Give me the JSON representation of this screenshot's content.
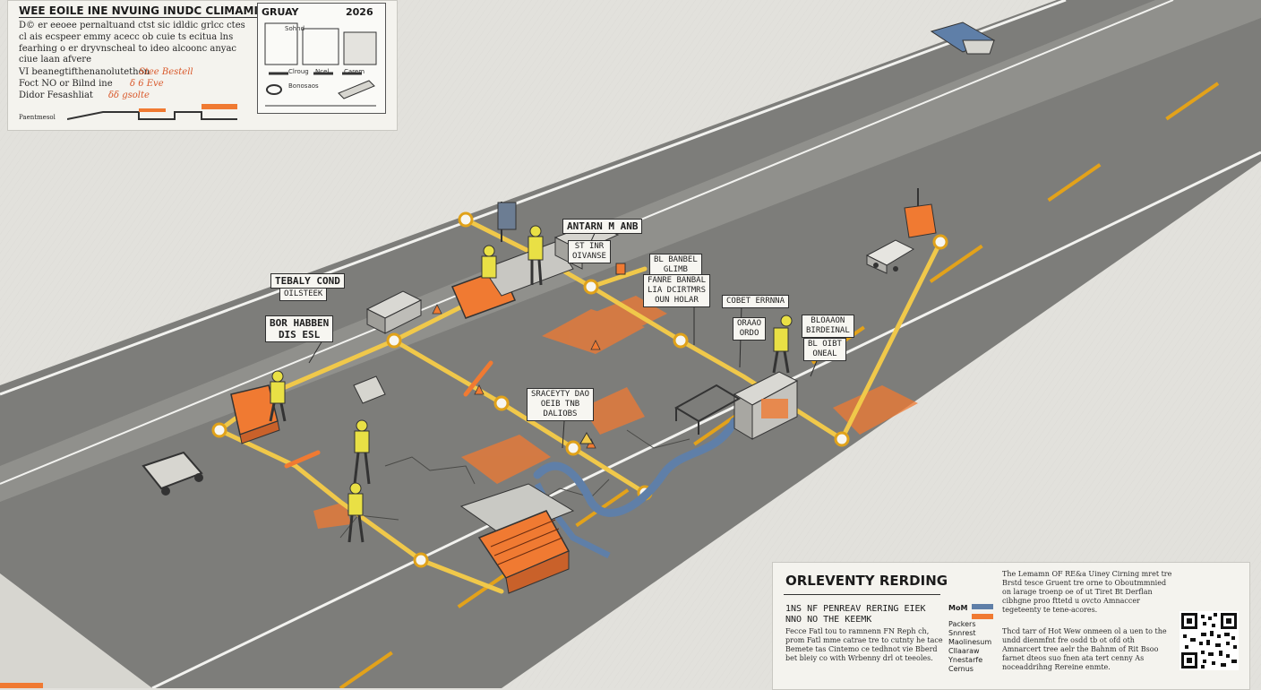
{
  "colors": {
    "asphalt": "#7d7d7a",
    "shoulder": "#d6d5cf",
    "lane_line": "#f2f2ef",
    "center_dash": "#e3a21a",
    "work_route": "#f0c84a",
    "hazard": "#f07a32",
    "pipe": "#5f7fa8",
    "vest": "#e9e045"
  },
  "top_legend": {
    "title": "WEE EOILE INE NVUING INUDC CLIMAMIS",
    "lines": [
      "D© er eeoee pernaltuand ctst sic idldic grlcc ctes",
      "cl ais ecspeer emmy acecc ob cuie ts ecitua lns",
      "fearhing o er dryvnscheal to ideo alcoonc anyac",
      "ciue laan afvere",
      "VI beanegtifthenanolutethon",
      "Foct NO  or Bilnd ine",
      "Didor Fesashliat",
      "Paentmesol"
    ],
    "orange_notes": [
      "Stee Bestell",
      "δ 6 Eve",
      "δδ gsolte"
    ],
    "inset": {
      "title": "GRUAY",
      "year": "2026",
      "labels": [
        "Sohnd",
        "Clroug",
        "Ncel",
        "Carem",
        "Bonosaos"
      ]
    }
  },
  "callouts": {
    "ant_rn_ang": "ANTARN M ANB",
    "st_inr": "ST INR\nOIVANSE",
    "bl_bansel": "BL BANBEL\nGLIMB",
    "fanre_benbal": "FANRE BANBAL\nLIA DCIRTMRS\nOUN HOLAR",
    "tebaly_cond": "TEBALY COND",
    "oilsteek": "OILSTEEK",
    "bor_haben": "BOR HABBEN\nDIS ESL",
    "cobet_eranna": "COBET ERRNNA",
    "oraao": "ORAAO\nORDO",
    "bloaaon": "BLOAAON\nBIRDEINAL",
    "bl_oneal": "BL OIBT\nONEAL",
    "sracety_dao": "SRACEYTY DAO\nOEIB TNB\nDALIOBS"
  },
  "bottom_legend": {
    "title": "ORLEVENTY RERDING",
    "subtitle_1": "1NS NF PENREAV RERING EIEK",
    "subtitle_2": "NNO NO THE KEEMK",
    "body_left": "Fecce Fatl tou to ramnenn FN Reph ch, prom Fatl mme catrae tre to cutnty he tace Bemete tas Cintemo ce tedhnot vie Bberd bet bleiy co with Wrbenny drl ot teeoles.",
    "key_labels": [
      "MoM",
      "Packers",
      "Snnrest",
      "Maolinesum",
      "Cllaaraw",
      "Ynestarfe",
      "Cernus"
    ],
    "body_right_1": "The Lemamn OF RE&a Uiney Cirning mret tre Brstd tesce Gruent tre orne to Oboutmmnied on larage troenp oe of ut Tiret Bt Derflan cibhgne proo fttetd u ovcto Amnaccer tegeteenty te tene-acores.",
    "body_right_2": "Thcd tarr of Hot Wew onmeen ol a uen to the undd dienmfnt fre osdd tb ot ofd oth Amnarcert tree aelr the Bahnm of Rit Bsoo farnet dteos suo fnen ata tert cenny As noceaddrihng Rereine enmte."
  }
}
